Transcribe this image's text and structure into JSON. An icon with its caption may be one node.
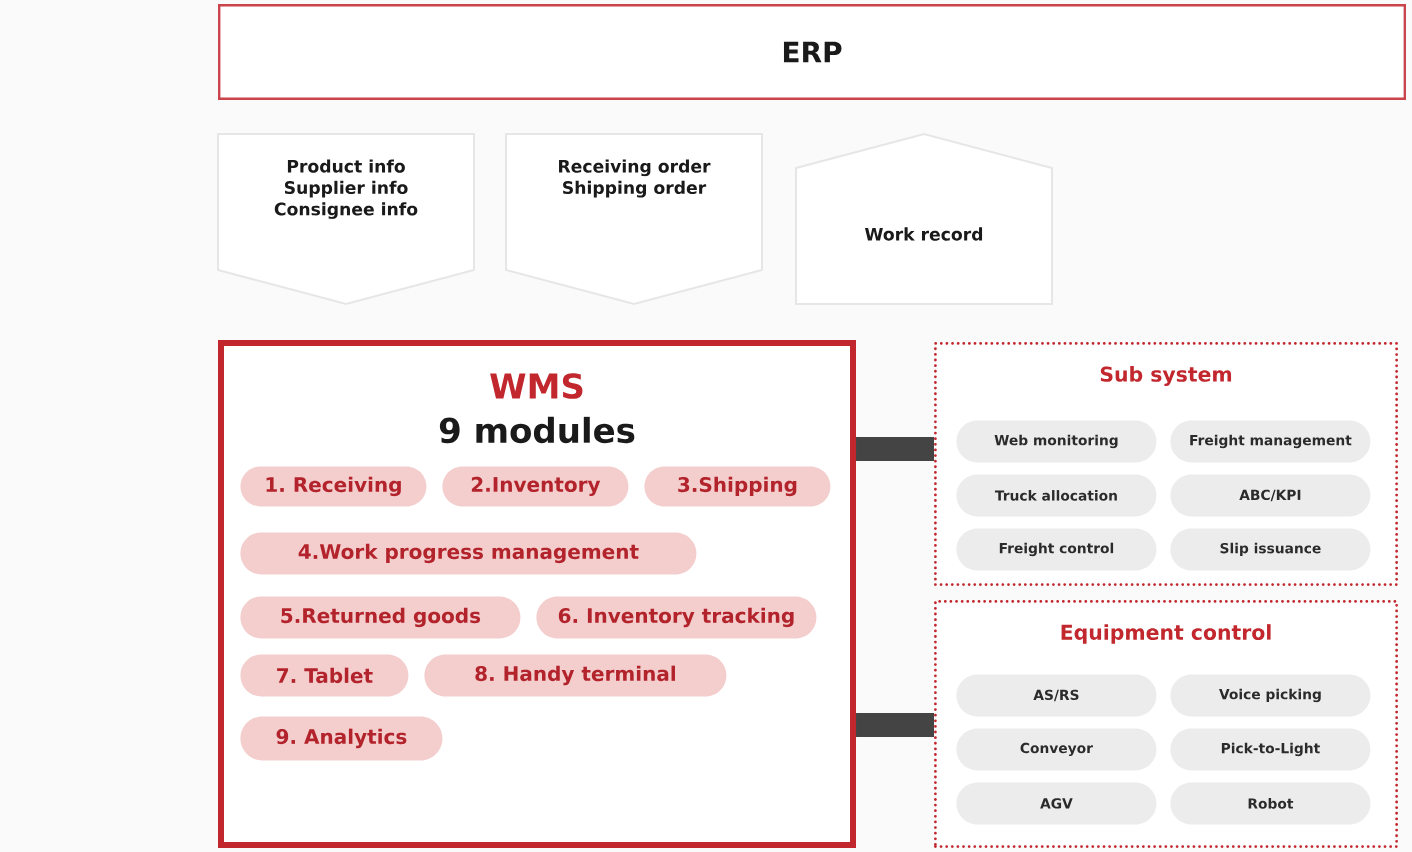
{
  "diagram": {
    "nodes": [
      {
        "text": [
          "ERP"
        ]
      },
      {
        "text": [
          "Product info",
          "Supplier info",
          "Consignee info"
        ]
      },
      {
        "text": [
          "Receiving order",
          "Shipping order"
        ]
      },
      {
        "text": [
          "Work record"
        ]
      },
      {
        "text": [
          "WMS",
          "9 modules"
        ]
      },
      {
        "text": [
          "1. Receiving"
        ],
        "in": 4
      },
      {
        "text": [
          "2.Inventory"
        ],
        "in": 4
      },
      {
        "text": [
          "3.Shipping"
        ],
        "in": 4
      },
      {
        "text": [
          "4.Work progress management"
        ],
        "in": 4
      },
      {
        "text": [
          "5.Returned goods"
        ],
        "in": 4
      },
      {
        "text": [
          "6. Inventory tracking"
        ],
        "in": 4
      },
      {
        "text": [
          "7. Tablet"
        ],
        "in": 4
      },
      {
        "text": [
          "8. Handy terminal"
        ],
        "in": 4
      },
      {
        "text": [
          "9. Analytics"
        ],
        "in": 4
      },
      {
        "text": [
          "Sub system"
        ]
      },
      {
        "text": [
          "Web monitoring"
        ],
        "in": 14
      },
      {
        "text": [
          "Freight management"
        ],
        "in": 14
      },
      {
        "text": [
          "Truck allocation"
        ],
        "in": 14
      },
      {
        "text": [
          "ABC/KPI"
        ],
        "in": 14
      },
      {
        "text": [
          "Freight control"
        ],
        "in": 14
      },
      {
        "text": [
          "Slip issuance"
        ],
        "in": 14
      },
      {
        "text": [
          "Equipment control"
        ]
      },
      {
        "text": [
          "AS/RS"
        ],
        "in": 21
      },
      {
        "text": [
          "Voice picking"
        ],
        "in": 21
      },
      {
        "text": [
          "Conveyor"
        ],
        "in": 21
      },
      {
        "text": [
          "Pick-to-Light"
        ],
        "in": 21
      },
      {
        "text": [
          "AGV"
        ],
        "in": 21
      },
      {
        "text": [
          "Robot"
        ],
        "in": 21
      }
    ],
    "edges": [
      {
        "from": 4,
        "to": 14,
        "arrow": "none"
      },
      {
        "from": 4,
        "to": 21,
        "arrow": "none"
      }
    ]
  }
}
